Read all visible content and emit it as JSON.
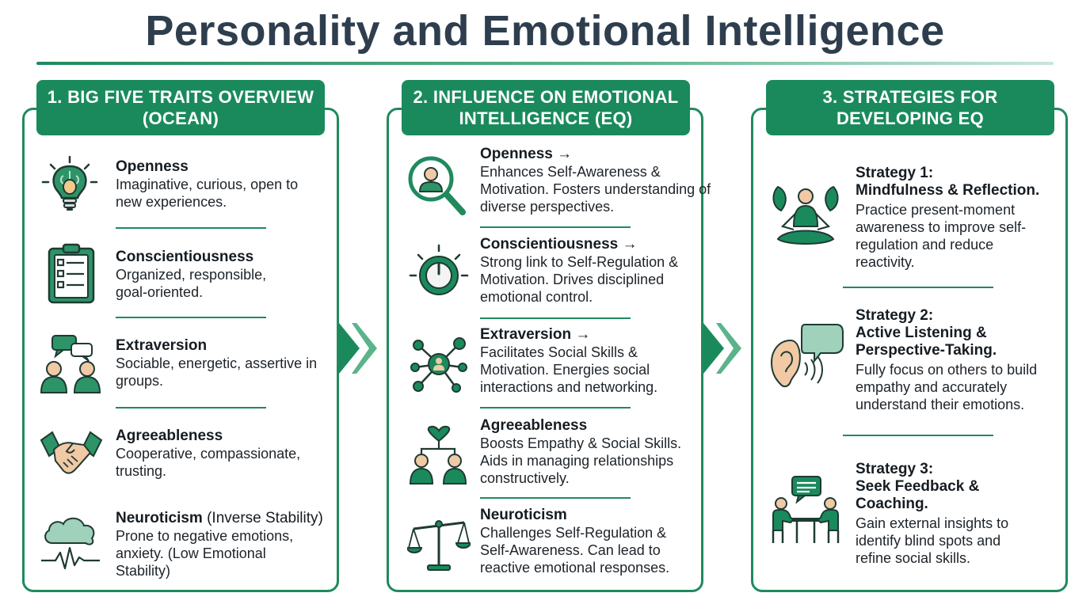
{
  "title": "Personality and Emotional Intelligence",
  "colors": {
    "accent": "#1a8a5c",
    "accent_light": "#5bb38c",
    "skin": "#f1c9a5",
    "text": "#1f2a35"
  },
  "panel1": {
    "header_line1": "1. BIG FIVE TRAITS OVERVIEW",
    "header_line2": "(OCEAN)",
    "items": [
      {
        "icon": "lightbulb-brain-icon",
        "name": "Openness",
        "desc": "Imaginative, curious, open to new experiences."
      },
      {
        "icon": "clipboard-checklist-icon",
        "name": "Conscientiousness",
        "desc": "Organized, responsible, goal-oriented."
      },
      {
        "icon": "people-chat-icon",
        "name": "Extraversion",
        "desc": "Sociable, energetic, assertive in groups."
      },
      {
        "icon": "handshake-icon",
        "name": "Agreeableness",
        "desc": "Cooperative, compassionate, trusting."
      },
      {
        "icon": "cloud-pulse-icon",
        "name": "Neuroticism",
        "name_sub": " (Inverse Stability)",
        "desc": "Prone to negative emotions, anxiety. (Low Emotional Stability)"
      }
    ]
  },
  "panel2": {
    "header_line1": "2. INFLUENCE ON EMOTIONAL",
    "header_line2": "INTELLIGENCE (EQ)",
    "items": [
      {
        "icon": "magnifier-person-icon",
        "name": "Openness →",
        "desc": "Enhances Self-Awareness & Motivation. Fosters understanding of diverse perspectives."
      },
      {
        "icon": "dial-icon",
        "name": "Conscientiousness →",
        "desc": "Strong link to Self-Regulation & Motivation. Drives disciplined emotional control."
      },
      {
        "icon": "network-icon",
        "name": "Extraversion →",
        "desc": "Facilitates Social Skills & Motivation. Energies social interactions and networking."
      },
      {
        "icon": "heart-people-icon",
        "name": "Agreeableness",
        "desc": "Boosts Empathy & Social Skills. Aids in managing relationships constructively."
      },
      {
        "icon": "balance-scale-icon",
        "name": "Neuroticism",
        "desc": "Challenges Self-Regulation & Self-Awareness. Can lead to reactive emotional responses."
      }
    ]
  },
  "panel3": {
    "header_line1": "3. STRATEGIES FOR",
    "header_line2": "DEVELOPING EQ",
    "items": [
      {
        "icon": "meditation-icon",
        "label": "Strategy 1:",
        "name": "Mindfulness & Reflection.",
        "desc": "Practice present-moment awareness to improve self-regulation and reduce reactivity."
      },
      {
        "icon": "ear-speech-icon",
        "label": "Strategy 2:",
        "name": "Active Listening & Perspective-Taking.",
        "desc": "Fully focus on others to build empathy and accurately understand their emotions."
      },
      {
        "icon": "feedback-meeting-icon",
        "label": "Strategy 3:",
        "name": "Seek Feedback & Coaching.",
        "desc": "Gain external insights to identify blind spots and refine social skills."
      }
    ]
  }
}
